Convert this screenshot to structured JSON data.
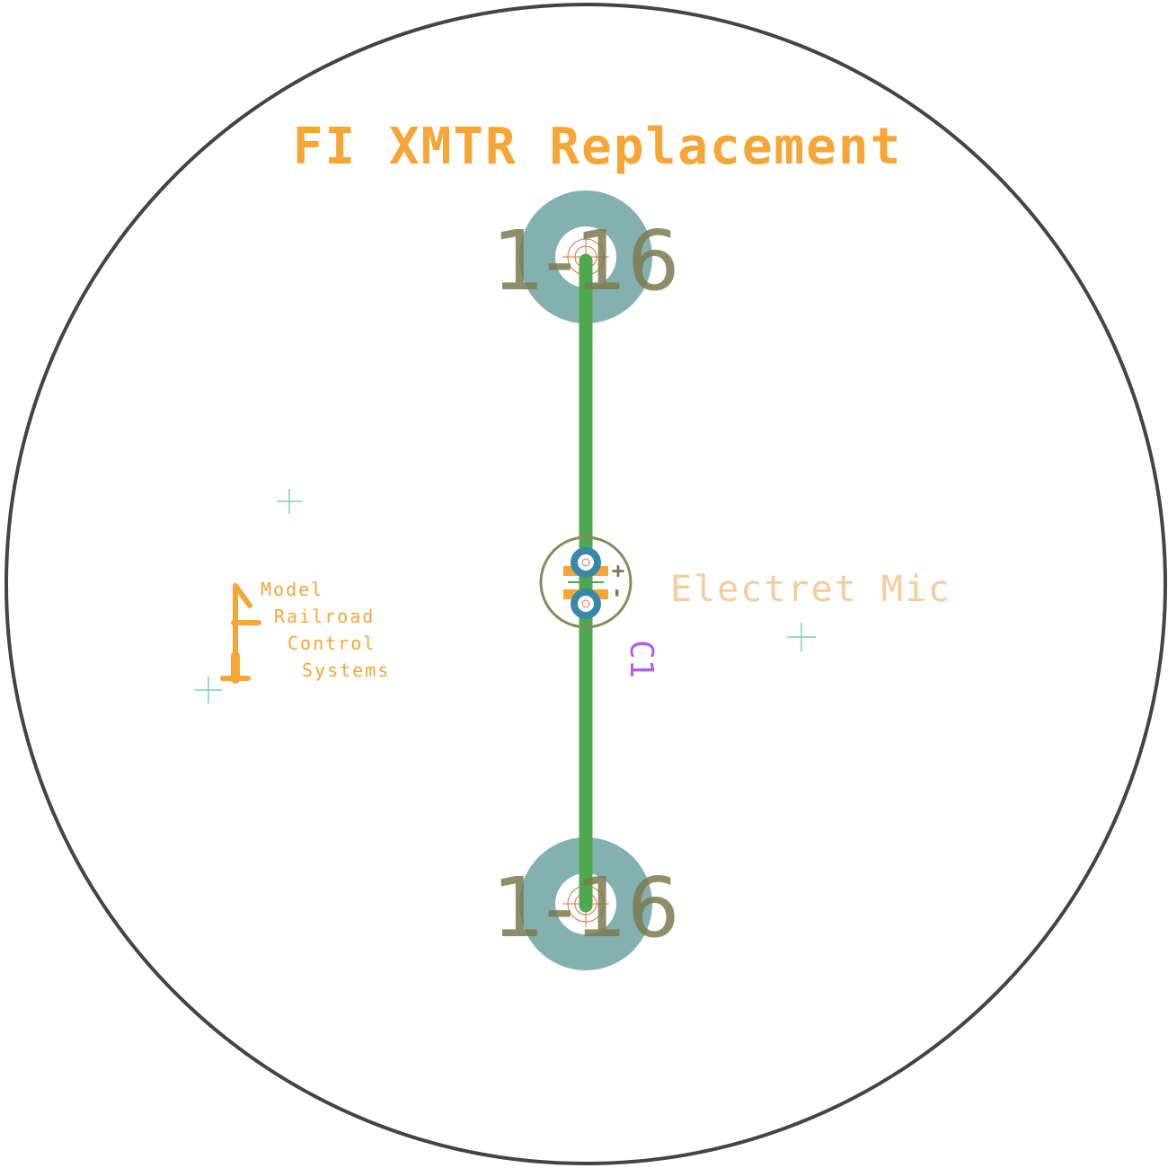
{
  "board": {
    "title": "FI XMTR Replacement",
    "outline_color": "#444444",
    "background": "#ffffff"
  },
  "mounting_holes": {
    "top_label": "1-16",
    "bottom_label": "1-16",
    "ring_color": "#84b1b0",
    "label_color": "#7a7a50"
  },
  "trace": {
    "color": "#4ea84e"
  },
  "component": {
    "designator": "C1",
    "value": "Electret Mic",
    "plus_mark": "+",
    "minus_mark": "-",
    "designator_color": "#b060e0",
    "value_color": "#f6cc9c",
    "pad_color": "#3a88a8"
  },
  "logo": {
    "lines": [
      "Model",
      "Railroad",
      "Control",
      "Systems"
    ],
    "color": "#f5a637"
  },
  "colors": {
    "silkscreen": "#f5a637",
    "fiducial": "#7fcfc0",
    "drill": "#e06030"
  }
}
